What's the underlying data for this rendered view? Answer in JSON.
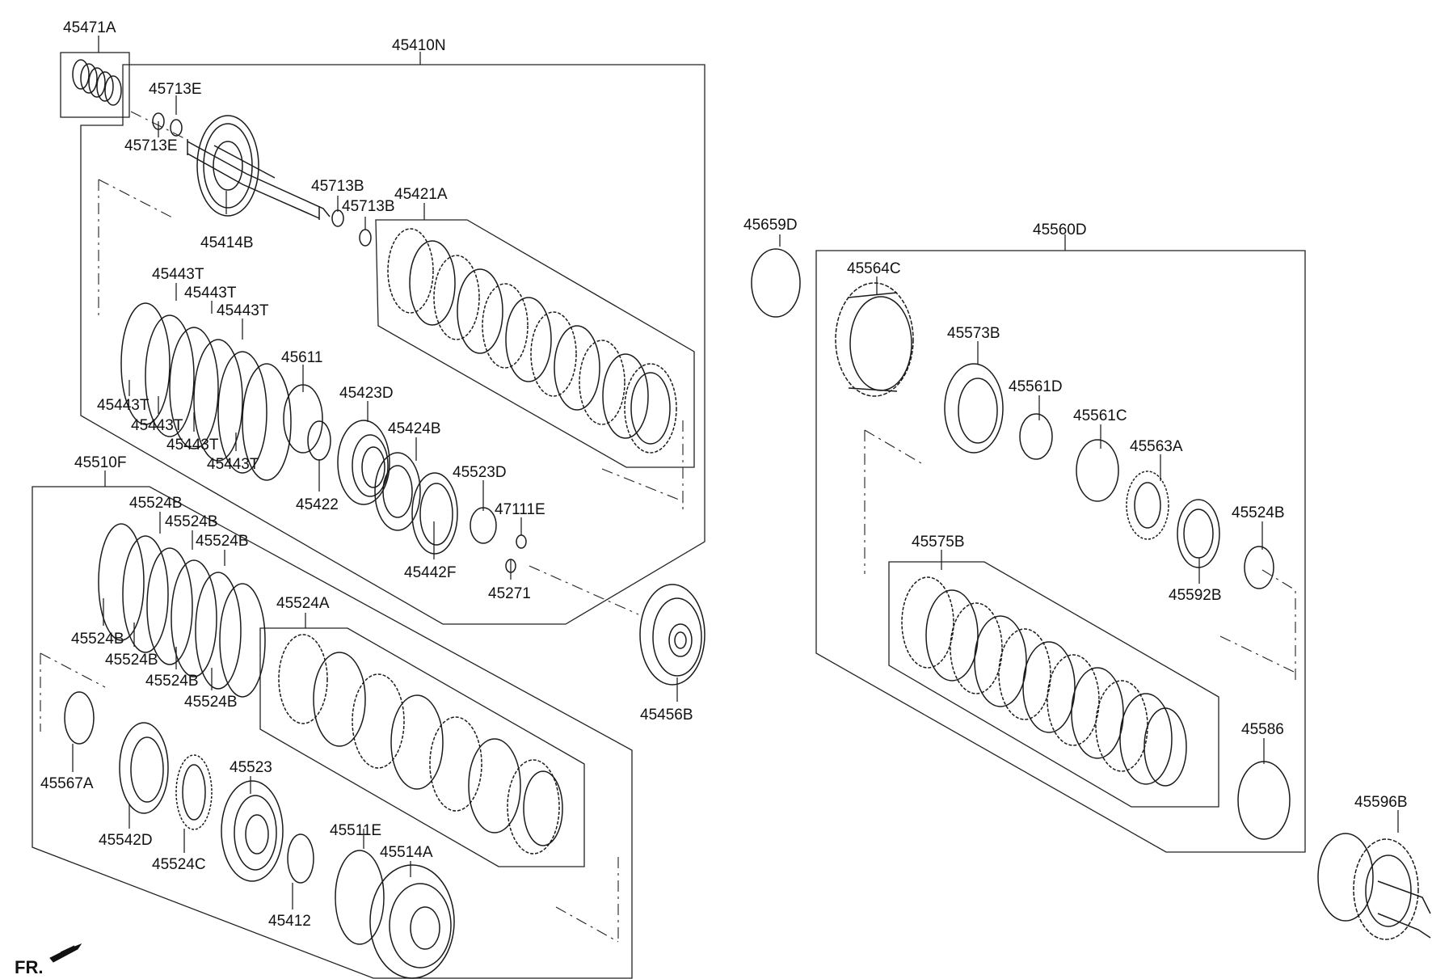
{
  "diagram": {
    "front_label": "FR.",
    "labels": {
      "p45471A": "45471A",
      "p45410N": "45410N",
      "p45713E_a": "45713E",
      "p45713E_b": "45713E",
      "p45713B_a": "45713B",
      "p45713B_b": "45713B",
      "p45414B": "45414B",
      "p45421A": "45421A",
      "p45443T_1": "45443T",
      "p45443T_2": "45443T",
      "p45443T_3": "45443T",
      "p45443T_4": "45443T",
      "p45443T_5": "45443T",
      "p45443T_6": "45443T",
      "p45443T_7": "45443T",
      "p45611": "45611",
      "p45423D": "45423D",
      "p45424B": "45424B",
      "p45422": "45422",
      "p45523D": "45523D",
      "p47111E": "47111E",
      "p45442F": "45442F",
      "p45271": "45271",
      "p45456B": "45456B",
      "p45510F": "45510F",
      "p45524B_1": "45524B",
      "p45524B_2": "45524B",
      "p45524B_3": "45524B",
      "p45524B_4": "45524B",
      "p45524B_5": "45524B",
      "p45524B_6": "45524B",
      "p45524B_7": "45524B",
      "p45524A": "45524A",
      "p45567A": "45567A",
      "p45542D": "45542D",
      "p45523": "45523",
      "p45524C": "45524C",
      "p45511E": "45511E",
      "p45514A": "45514A",
      "p45412": "45412",
      "p45659D": "45659D",
      "p45560D": "45560D",
      "p45564C": "45564C",
      "p45573B": "45573B",
      "p45561D": "45561D",
      "p45561C": "45561C",
      "p45563A": "45563A",
      "p45524B_r": "45524B",
      "p45592B": "45592B",
      "p45575B": "45575B",
      "p45586": "45586",
      "p45596B": "45596B"
    }
  }
}
